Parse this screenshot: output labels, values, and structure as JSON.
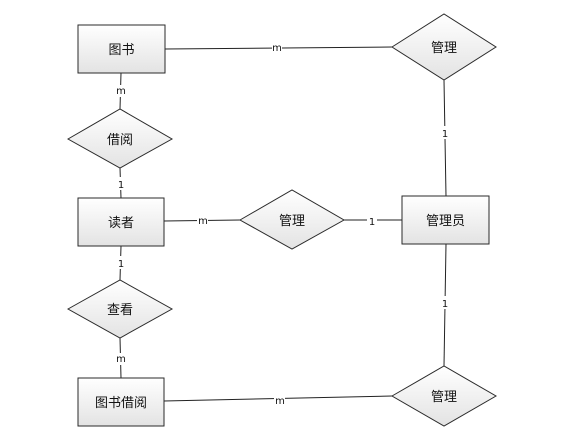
{
  "diagram": {
    "type": "er-diagram",
    "colors": {
      "entity_fill_top": "#ffffff",
      "entity_fill_bottom": "#e3e3e3",
      "stroke": "#2a2a2a",
      "line": "#222222",
      "background": "#ffffff"
    },
    "entities": [
      {
        "id": "book",
        "label": "图书"
      },
      {
        "id": "reader",
        "label": "读者"
      },
      {
        "id": "admin",
        "label": "管理员"
      },
      {
        "id": "borrow_record",
        "label": "图书借阅"
      }
    ],
    "relationships": [
      {
        "id": "manage_book",
        "label": "管理"
      },
      {
        "id": "borrow",
        "label": "借阅"
      },
      {
        "id": "manage_reader",
        "label": "管理"
      },
      {
        "id": "query",
        "label": "查看"
      },
      {
        "id": "manage_record",
        "label": "管理"
      }
    ],
    "connections": [
      {
        "id": "book_manage",
        "from": "book",
        "to": "manage_book",
        "cardinality": "m"
      },
      {
        "id": "manage_admin_top",
        "from": "manage_book",
        "to": "admin",
        "cardinality": "1"
      },
      {
        "id": "book_borrow",
        "from": "book",
        "to": "borrow",
        "cardinality": "m"
      },
      {
        "id": "borrow_reader",
        "from": "borrow",
        "to": "reader",
        "cardinality": "1"
      },
      {
        "id": "reader_manage",
        "from": "reader",
        "to": "manage_reader",
        "cardinality": "m"
      },
      {
        "id": "manage_admin_mid",
        "from": "manage_reader",
        "to": "admin",
        "cardinality": "1"
      },
      {
        "id": "reader_query",
        "from": "reader",
        "to": "query",
        "cardinality": "1"
      },
      {
        "id": "query_record",
        "from": "query",
        "to": "borrow_record",
        "cardinality": "m"
      },
      {
        "id": "record_manage",
        "from": "borrow_record",
        "to": "manage_record",
        "cardinality": "m"
      },
      {
        "id": "admin_manage_bottom",
        "from": "admin",
        "to": "manage_record",
        "cardinality": "1"
      }
    ]
  }
}
